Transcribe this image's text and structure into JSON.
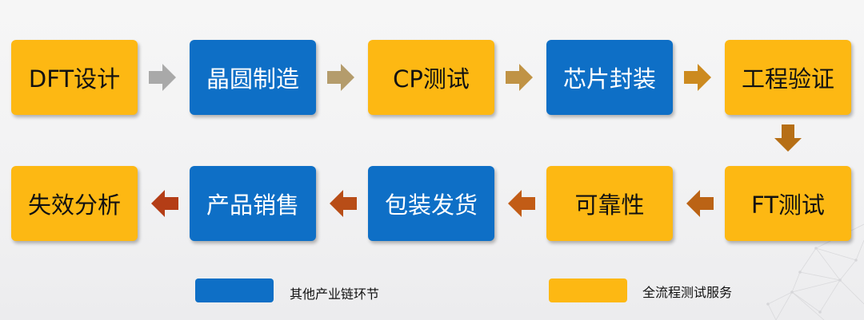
{
  "steps": [
    {
      "label": "DFT设计",
      "kind": "test"
    },
    {
      "label": "晶圆制造",
      "kind": "chain"
    },
    {
      "label": "CP测试",
      "kind": "test"
    },
    {
      "label": "芯片封装",
      "kind": "chain"
    },
    {
      "label": "工程验证",
      "kind": "test"
    },
    {
      "label": "FT测试",
      "kind": "test"
    },
    {
      "label": "可靠性",
      "kind": "test"
    },
    {
      "label": "包装发货",
      "kind": "chain"
    },
    {
      "label": "产品销售",
      "kind": "chain"
    },
    {
      "label": "失效分析",
      "kind": "test"
    }
  ],
  "legend": {
    "chain_label": "其他产业链环节",
    "test_label": "全流程测试服务"
  },
  "colors": {
    "test_fill": "#fdb813",
    "chain_fill": "#0e6fc6",
    "test_text": "#111111",
    "chain_text": "#ffffff",
    "arrows": [
      "#a9a9a9",
      "#b49c6c",
      "#c09345",
      "#cc8a1f",
      "#b66f16",
      "#bb6315",
      "#c25c16",
      "#b84d17",
      "#b43d16"
    ]
  }
}
